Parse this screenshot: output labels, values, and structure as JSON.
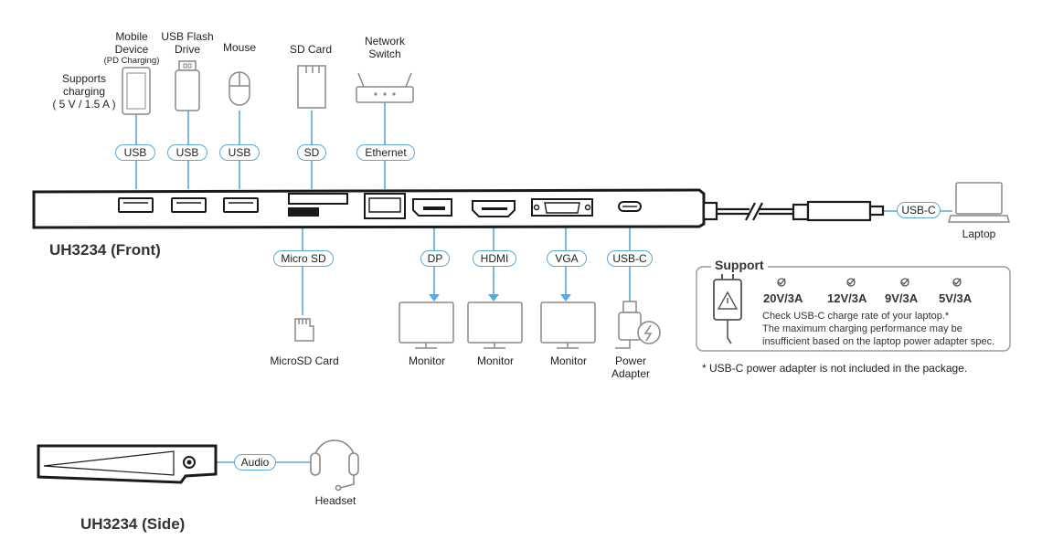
{
  "devices": {
    "mobile": "Mobile\nDevice",
    "pd_charging": "(PD Charging)",
    "supports": "Supports\ncharging\n( 5 V / 1.5 A )",
    "usb_flash": "USB Flash\nDrive",
    "mouse": "Mouse",
    "sd_card": "SD Card",
    "network_switch": "Network\nSwitch",
    "laptop": "Laptop",
    "microsd_card": "MicroSD Card",
    "monitor_dp": "Monitor",
    "monitor_hdmi": "Monitor",
    "monitor_vga": "Monitor",
    "power_adapter": "Power\nAdapter",
    "headset": "Headset"
  },
  "ports": {
    "usb1": "USB",
    "usb2": "USB",
    "usb3": "USB",
    "sd": "SD",
    "ethernet": "Ethernet",
    "microsd": "Micro SD",
    "dp": "DP",
    "hdmi": "HDMI",
    "vga": "VGA",
    "usbc_power": "USB-C",
    "usbc_host": "USB-C",
    "audio": "Audio"
  },
  "titles": {
    "front": "UH3234 (Front)",
    "side": "UH3234 (Side)"
  },
  "support": {
    "heading": "Support",
    "voltages": [
      "20V/3A",
      "12V/3A",
      "9V/3A",
      "5V/3A"
    ],
    "note_line1": "Check USB-C charge rate of your laptop.*",
    "note_line2": "The maximum charging performance may be",
    "note_line3": "insufficient based on the laptop power adapter spec."
  },
  "footnote": "* USB-C power adapter is not included in the package.",
  "colors": {
    "accent": "#5aa9d8",
    "line": "#333333",
    "device": "#888888",
    "hub": "#1a1a1a"
  }
}
